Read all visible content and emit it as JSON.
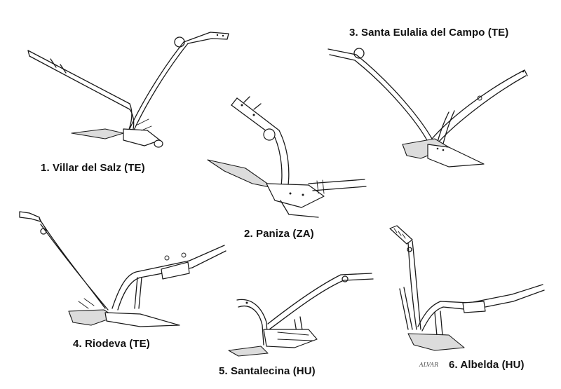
{
  "plate": {
    "background": "#ffffff",
    "ink_color": "#1a1a1a",
    "plows": [
      {
        "caption": "1. Villar del Salz (TE)"
      },
      {
        "caption": "2. Paniza (ZA)"
      },
      {
        "caption": "3. Santa Eulalia del Campo (TE)"
      },
      {
        "caption": "4. Riodeva (TE)"
      },
      {
        "caption": "5. Santalecina (HU)"
      },
      {
        "caption": "6. Albelda (HU)"
      }
    ],
    "signature": "ALVAR"
  }
}
